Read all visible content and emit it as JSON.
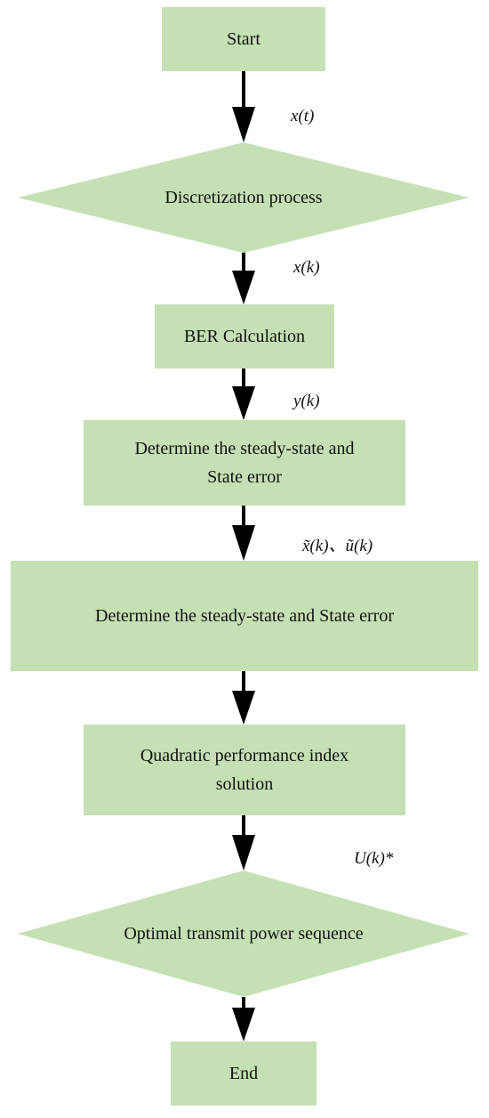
{
  "nodes": {
    "start": "Start",
    "discretization": "Discretization process",
    "ber": "BER Calculation",
    "steady1_line1": "Determine the steady-state and",
    "steady1_line2": "State error",
    "steady2": "Determine the steady-state and State error",
    "quad_line1": "Quadratic performance index",
    "quad_line2": "solution",
    "optimal": "Optimal transmit power sequence",
    "end": "End"
  },
  "edges": {
    "e1": "x(t)",
    "e2": "x(k)",
    "e3": "y(k)",
    "e4": "x̃(k)、ũ(k)",
    "e5": "U(k)*"
  },
  "colors": {
    "node_fill": "#c5e0b4",
    "arrow": "#000000"
  }
}
